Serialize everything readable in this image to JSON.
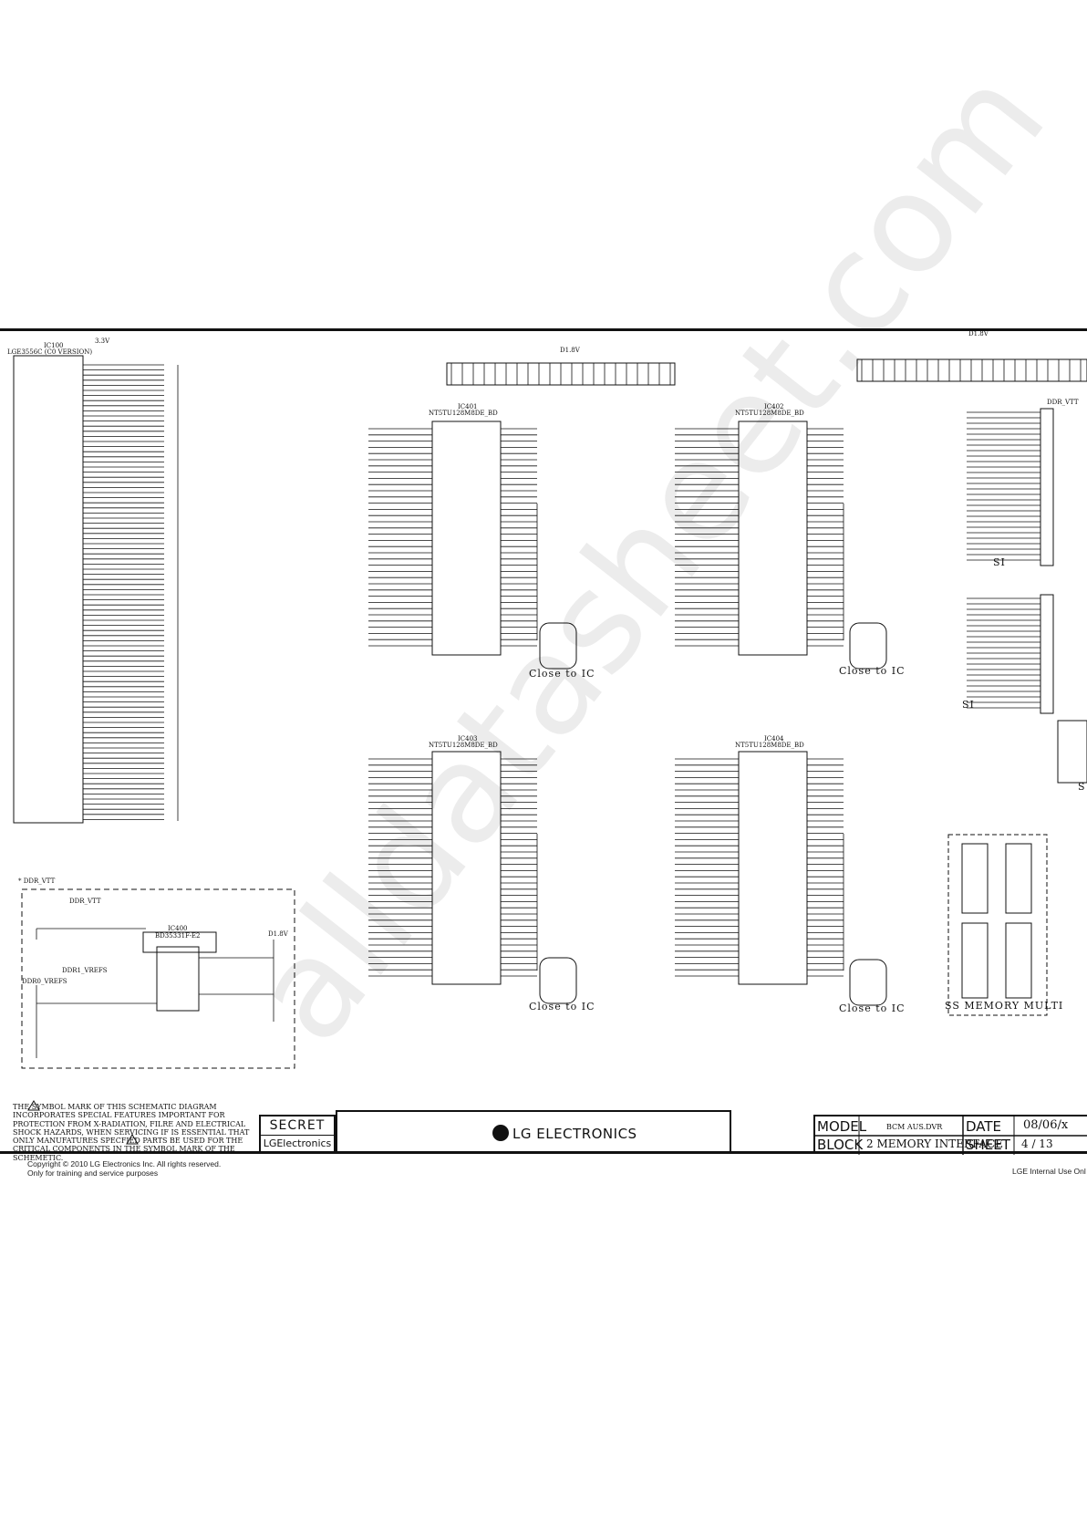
{
  "ic100": {
    "ref": "IC100",
    "part": "LGE3556C (C0 VERSION)"
  },
  "power": {
    "v33": "3.3V",
    "d18v_a": "D1.8V",
    "d18v_b": "D1.8V",
    "ddr_vtt": "DDR_VTT"
  },
  "ic401": {
    "ref": "IC401",
    "part": "NT5TU128M8DE_BD",
    "close_label": "Close to IC"
  },
  "ic402": {
    "ref": "IC402",
    "part": "NT5TU128M8DE_BD",
    "close_label": "Close to IC"
  },
  "ic403": {
    "ref": "IC403",
    "part": "NT5TU128M8DE_BD",
    "close_label": "Close to IC"
  },
  "ic404": {
    "ref": "IC404",
    "part": "NT5TU128M8DE_BD",
    "close_label": "Close to IC"
  },
  "ic400": {
    "ref": "IC400",
    "part": "BD35331F-E2"
  },
  "vtt_section": {
    "title": "* DDR_VTT",
    "ddr_vtt": "DDR_VTT",
    "ddr1_vrefs": "DDR1_VREFS",
    "ddr0_vrefs": "DDR0_VREFS",
    "d18v": "D1.8V"
  },
  "ss_memory": {
    "title": "SS MEMORY MULTI"
  },
  "side_labels": {
    "si_a": "SI",
    "si_b": "SI",
    "s_c": "S",
    "right_top": "DDR_VTT"
  },
  "warning_text": "THE SYMBOL MARK OF THIS SCHEMATIC DIAGRAM INCORPORATES SPECIAL FEATURES IMPORTANT FOR PROTECTION FROM X-RADIATION, FILRE AND ELECTRICAL SHOCK HAZARDS, WHEN SERVICING IF IS ESSENTIAL THAT ONLY MANUFATURES SPECFIED PARTS BE USED FOR THE CRITICAL COMPONENTS IN THE SYMBOL MARK OF THE SCHEMETIC.",
  "secret": {
    "label": "SECRET",
    "company": "LGElectronics"
  },
  "logo_text": "LG ELECTRONICS",
  "title_block": {
    "model_label": "MODEL",
    "model_value": "BCM AUS.DVR",
    "date_label": "DATE",
    "date_value": "08/06/x",
    "block_label": "BLOCK",
    "block_value": "2 MEMORY INTERFACE",
    "sheet_label": "SHEET",
    "sheet_value": "4 / 13"
  },
  "footer": {
    "copyright": "Copyright © 2010 LG Electronics Inc. All rights reserved.",
    "training": "Only for training and service purposes",
    "internal": "LGE Internal Use Onl"
  },
  "watermark": "alldatasheet.com",
  "colors": {
    "ink": "#111111",
    "paper": "#ffffff",
    "watermark": "#aaaaaa"
  }
}
